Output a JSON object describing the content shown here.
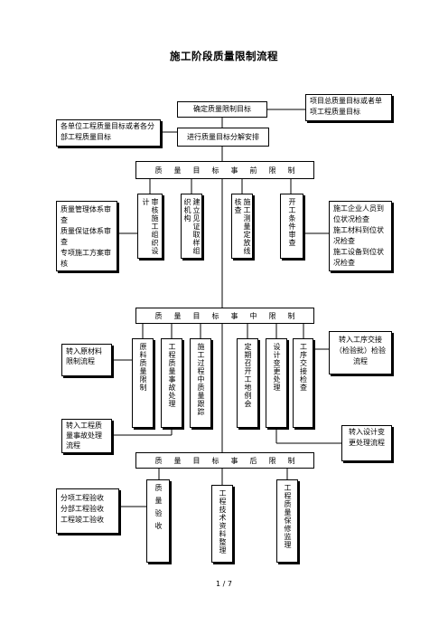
{
  "title": "施工阶段质量限制流程",
  "top": {
    "determine_goal": "确定质量限制目标",
    "project_note": "项目总质量目标或者单项工程质量目标",
    "unit_note": "各单位工程质量目标或者各分部工程质量目标",
    "decompose": "进行质量目标分解安排"
  },
  "pre": {
    "bar": [
      "质",
      "量",
      "目",
      "标",
      "事",
      "前",
      "限",
      "制"
    ],
    "left_note": [
      "质量管理体系审查",
      "质量保证体系审查",
      "专项施工方案审核"
    ],
    "columns": [
      "审核施工组织设计",
      "建立见证取样组织机构",
      "施工测量定放线核查",
      "开工条件审查"
    ],
    "right_note": [
      "施工企业人员到位状况检查",
      "施工材料到位状况检查",
      "施工设备到位状况检查"
    ]
  },
  "mid": {
    "bar": [
      "质",
      "量",
      "目",
      "标",
      "事",
      "中",
      "限",
      "制"
    ],
    "left_note_1": "转入原材料限制流程",
    "left_note_2": "转入工程质量事故处理流程",
    "columns": [
      "原料质量限制",
      "工程质量事故处理",
      "施工过程中质量跟踪",
      "定期召开工地例会",
      "设计变更处理",
      "工序交接检查"
    ],
    "right_note_1": "转入工序交接（检验批）检验流程",
    "right_note_2": "转入设计变更处理流程"
  },
  "post": {
    "bar": [
      "质",
      "量",
      "目",
      "标",
      "事",
      "后",
      "限",
      "制"
    ],
    "left_note": [
      "分项工程验收",
      "分部工程验收",
      "工程竣工验收"
    ],
    "columns": [
      "质量验收",
      "工程技术资料整理",
      "工程质量保修监理"
    ]
  },
  "footer": "1 / 7"
}
